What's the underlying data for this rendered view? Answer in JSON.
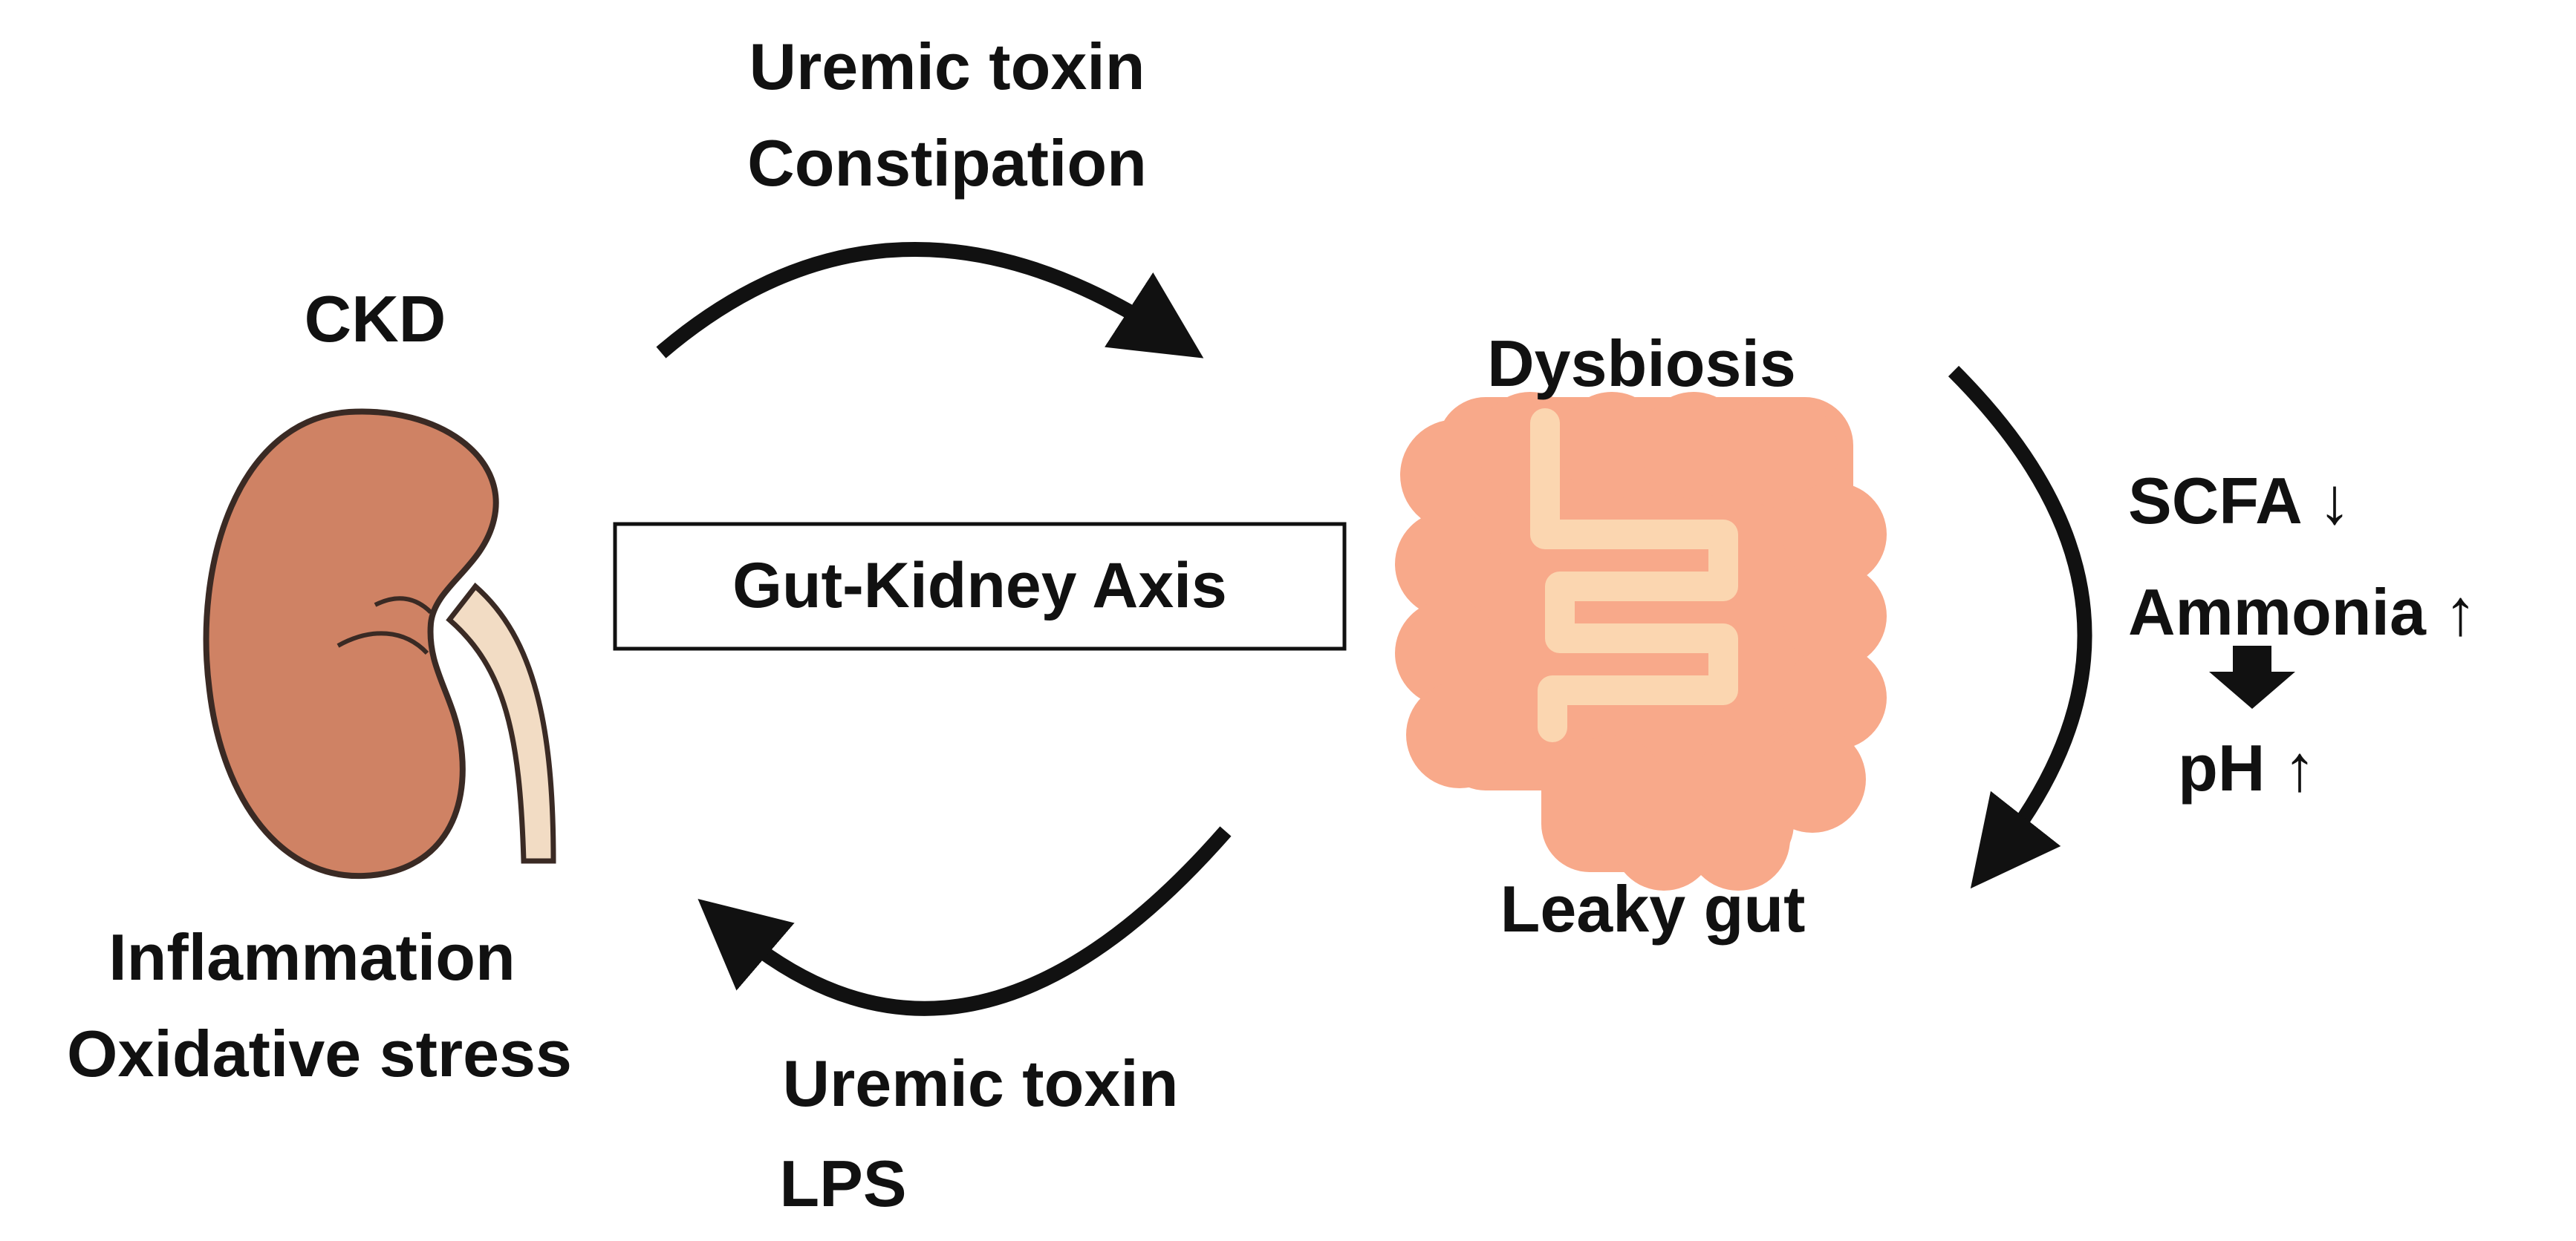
{
  "center": {
    "title": "Gut-Kidney Axis"
  },
  "kidney": {
    "label": "CKD",
    "effects": [
      "Inflammation",
      "Oxidative stress"
    ]
  },
  "top_arrow": {
    "lines": [
      "Uremic toxin",
      "Constipation"
    ]
  },
  "bottom_arrow": {
    "lines": [
      "Uremic toxin",
      "LPS"
    ]
  },
  "gut": {
    "top_label": "Dysbiosis",
    "bottom_label": "Leaky gut"
  },
  "side_notes": {
    "scfa": "SCFA ↓",
    "ammonia": "Ammonia ↑",
    "ph": "pH ↑"
  },
  "colors": {
    "kidney_fill": "#cf8264",
    "kidney_outline": "#3a2a24",
    "ureter_fill": "#f2dcc4",
    "colon_fill": "#f8a98a",
    "small_intestine_fill": "#fbd6b0",
    "arrow": "#111111"
  }
}
